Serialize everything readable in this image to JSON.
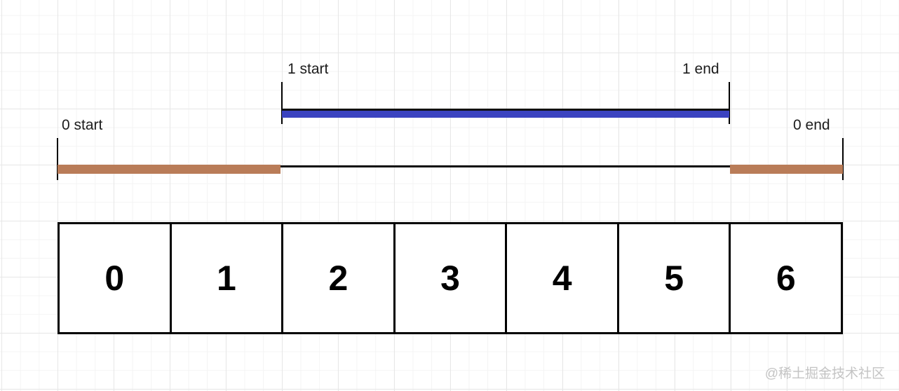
{
  "diagram": {
    "interval_1": {
      "start_label": "1 start",
      "end_label": "1 end",
      "bar_color": "#3b43c0"
    },
    "interval_0": {
      "start_label": "0 start",
      "end_label": "0 end",
      "bar_color": "#b97c58"
    },
    "line_color": "#111111"
  },
  "array": {
    "cells": [
      "0",
      "1",
      "2",
      "3",
      "4",
      "5",
      "6"
    ]
  },
  "watermark": "@稀土掘金技术社区",
  "colors": {
    "grid_minor": "#f4f4f4",
    "grid_major": "#e7e7e7",
    "watermark": "#c4c4c4",
    "label_text": "#1c1c1c"
  }
}
